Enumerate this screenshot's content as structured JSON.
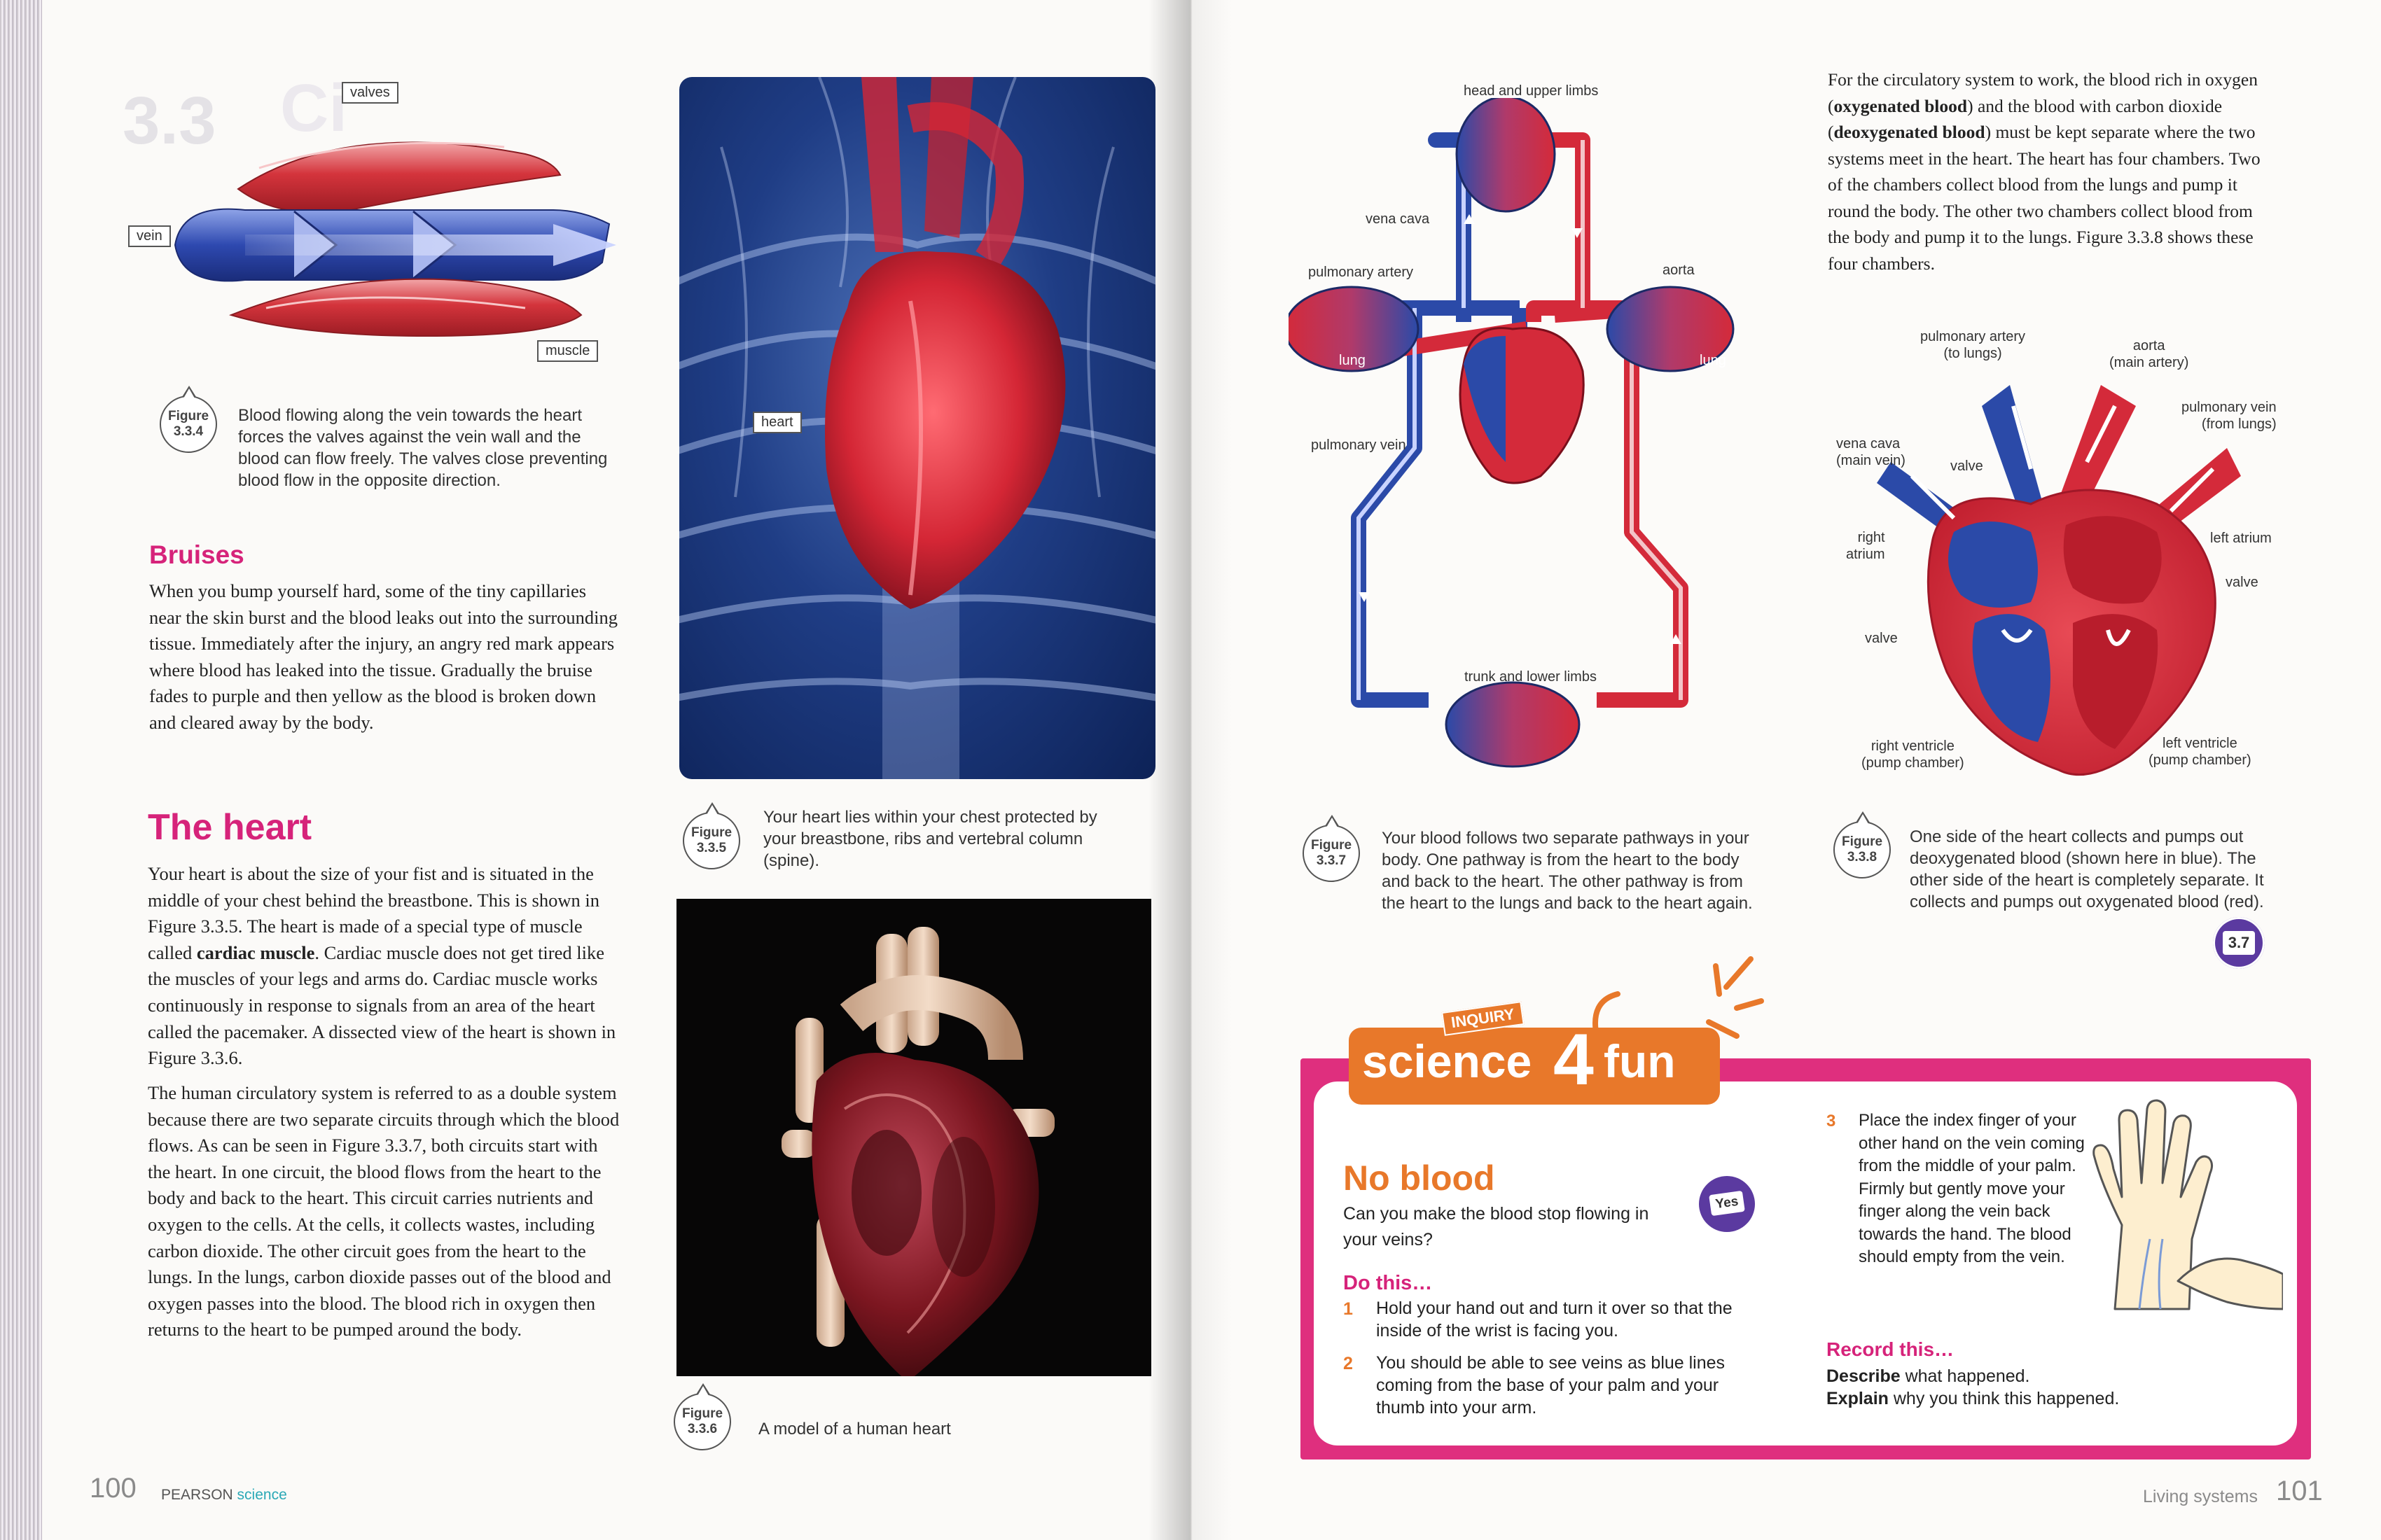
{
  "left_page": {
    "section_number": "3.3",
    "section_title_fragment": "Ci",
    "fig334": {
      "labels": {
        "valves": "valves",
        "vein": "vein",
        "muscle": "muscle"
      },
      "figure_label": "Figure",
      "figure_number": "3.3.4",
      "caption": "Blood flowing along the vein towards the heart forces the valves against the vein wall and the blood can flow freely. The valves close preventing blood flow in the opposite direction."
    },
    "bruises": {
      "heading": "Bruises",
      "text": "When you bump yourself hard, some of the tiny capillaries near the skin burst and the blood leaks out into the surrounding tissue. Immediately after the injury, an angry red mark appears where blood has leaked into the tissue. Gradually the bruise fades to purple and then yellow as the blood is broken down and cleared away by the body."
    },
    "heart": {
      "heading": "The heart",
      "p1_a": "Your heart is about the size of your fist and is situated in the middle of your chest behind the breastbone. This is shown in Figure 3.3.5. The heart is made of a special type of muscle called ",
      "p1_bold": "cardiac muscle",
      "p1_b": ". Cardiac muscle does not get tired like the muscles of your legs and arms do. Cardiac muscle works continuously in response to signals from an area of the heart called the pacemaker. A dissected view of the heart is shown in Figure 3.3.6.",
      "p2": "The human circulatory system is referred to as a double system because there are two separate circuits through which the blood flows. As can be seen in Figure 3.3.7, both circuits start with the heart. In one circuit, the blood flows from the heart to the body and back to the heart. This circuit carries nutrients and oxygen to the cells. At the cells, it collects wastes, including carbon dioxide. The other circuit goes from the heart to the lungs. In the lungs, carbon dioxide passes out of the blood and oxygen passes into the blood. The blood rich in oxygen then returns to the heart to be pumped around the body."
    },
    "fig335": {
      "label_heart": "heart",
      "figure_label": "Figure",
      "figure_number": "3.3.5",
      "caption": "Your heart lies within your chest protected by your breastbone, ribs and vertebral column (spine)."
    },
    "fig336": {
      "figure_label": "Figure",
      "figure_number": "3.3.6",
      "caption": "A model of a human heart"
    },
    "footer": {
      "page_number": "100",
      "brand_a": "PEARSON",
      "brand_b": "science"
    }
  },
  "right_page": {
    "fig337": {
      "labels": {
        "head": "head and upper limbs",
        "vena_cava": "vena cava",
        "pulmonary_artery": "pulmonary artery",
        "aorta": "aorta",
        "lung_left": "lung",
        "lung_right": "lung",
        "pulmonary_vein": "pulmonary vein",
        "trunk": "trunk and lower limbs"
      },
      "figure_label": "Figure",
      "figure_number": "3.3.7",
      "caption": "Your blood follows two separate pathways in your body. One pathway is from the heart to the body and back to the heart. The other pathway is from the heart to the lungs and back to the heart again."
    },
    "intro": {
      "t1": "For the circulatory system to work, the blood rich in oxygen (",
      "b1": "oxygenated blood",
      "t2": ") and the blood with carbon dioxide (",
      "b2": "deoxygenated blood",
      "t3": ") must be kept separate where the two systems meet in the heart. The heart has four chambers. Two of the chambers collect blood from the lungs and pump it round the body. The other two chambers collect blood from the body and pump it to the lungs. Figure 3.3.8 shows these four chambers."
    },
    "fig338": {
      "labels": {
        "pulmonary_artery": "pulmonary artery",
        "pulmonary_artery_sub": "(to lungs)",
        "aorta": "aorta",
        "aorta_sub": "(main artery)",
        "pulmonary_vein": "pulmonary vein",
        "pulmonary_vein_sub": "(from lungs)",
        "vena_cava": "vena cava",
        "vena_cava_sub": "(main vein)",
        "valve_top": "valve",
        "right_atrium_1": "right",
        "right_atrium_2": "atrium",
        "left_atrium": "left atrium",
        "valve_right": "valve",
        "valve_left": "valve",
        "right_ventricle": "right ventricle",
        "right_ventricle_sub": "(pump chamber)",
        "left_ventricle": "left ventricle",
        "left_ventricle_sub": "(pump chamber)"
      },
      "figure_label": "Figure",
      "figure_number": "3.3.8",
      "caption": "One side of the heart collects and pumps out deoxygenated blood (shown here in blue). The other side of the heart is completely separate. It collects and pumps out oxygenated blood (red).",
      "badge": "3.7"
    },
    "inquiry": {
      "tag": "INQUIRY",
      "logo_a": "science",
      "logo_num": "4",
      "logo_b": "fun",
      "title": "No blood",
      "question": "Can you make the blood stop flowing in your veins?",
      "yes_badge": "Yes",
      "do_this": "Do this…",
      "steps": [
        {
          "n": "1",
          "text": "Hold your hand out and turn it over so that the inside of the wrist is facing you."
        },
        {
          "n": "2",
          "text": "You should be able to see veins as blue lines coming from the base of your palm and your thumb into your arm."
        },
        {
          "n": "3",
          "text": "Place the index finger of your other hand on the vein coming from the middle of your palm. Firmly but gently move your finger along the vein back towards the hand. The blood should empty from the vein."
        }
      ],
      "record_this": "Record this…",
      "describe_bold": "Describe",
      "describe_rest": " what happened.",
      "explain_bold": "Explain",
      "explain_rest": " why you think this happened."
    },
    "footer": {
      "section": "Living systems",
      "page_number": "101"
    }
  },
  "colors": {
    "pink": "#d6237a",
    "orange": "#e8782a",
    "blood_red": "#d42a3a",
    "blood_blue": "#2b4aa8"
  }
}
